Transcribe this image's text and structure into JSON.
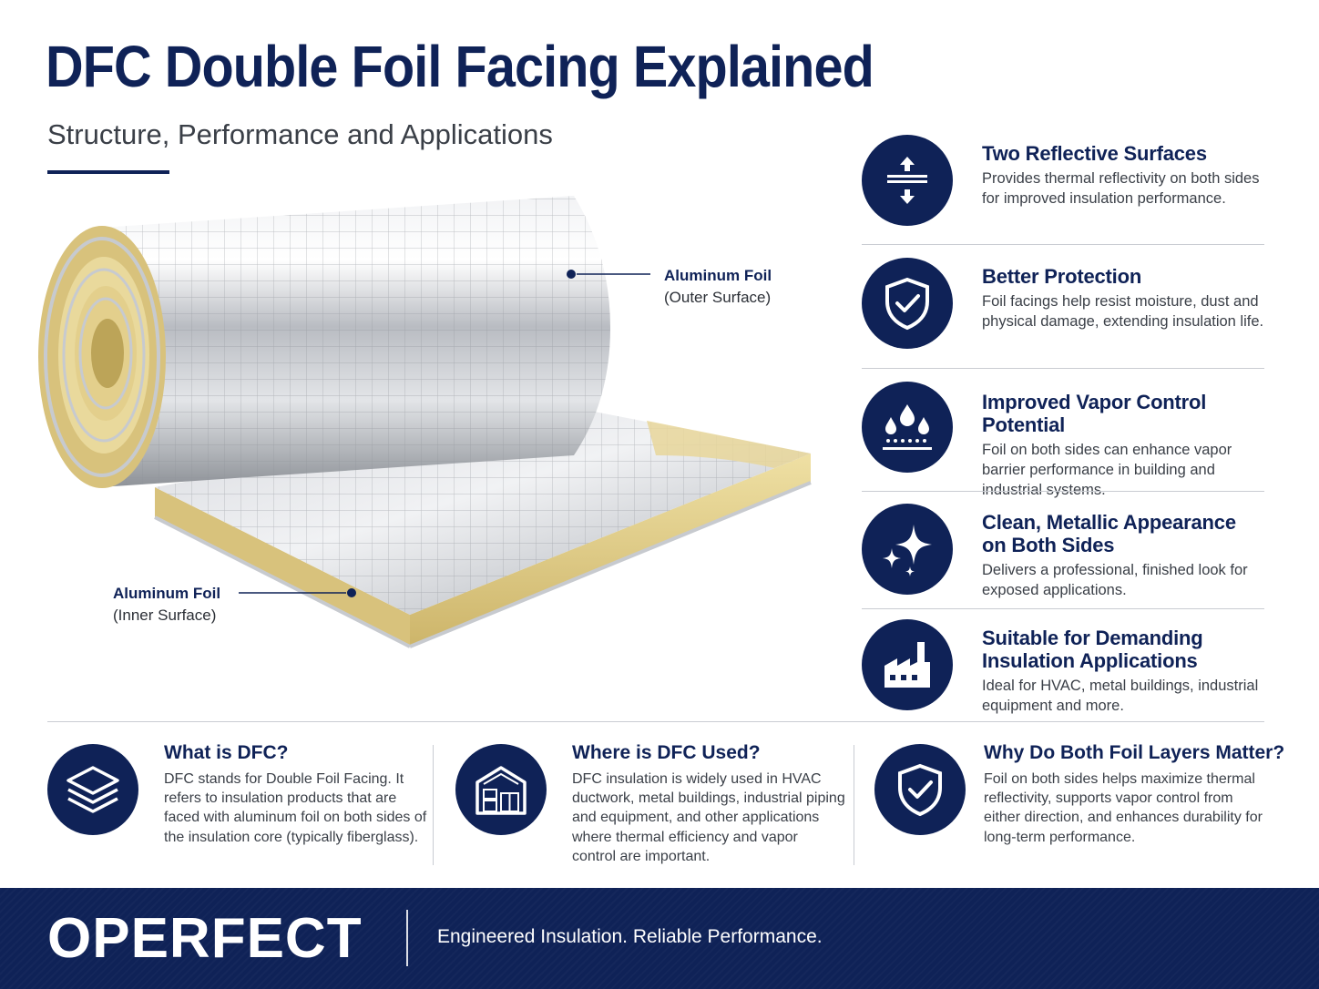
{
  "header": {
    "title": "DFC Double Foil Facing Explained",
    "subtitle": "Structure, Performance and Applications"
  },
  "callouts": {
    "outer": {
      "title": "Aluminum Foil",
      "detail": "(Outer Surface)"
    },
    "inner": {
      "title": "Aluminum Foil",
      "detail": "(Inner Surface)"
    }
  },
  "features": [
    {
      "title": "Two Reflective Surfaces",
      "text": "Provides thermal reflectivity on both sides for improved insulation performance.",
      "icon": "reflective-arrows-icon"
    },
    {
      "title": "Better Protection",
      "text": "Foil facings help resist moisture, dust and physical damage, extending insulation life.",
      "icon": "shield-check-icon"
    },
    {
      "title": "Improved Vapor Control Potential",
      "text": "Foil on both sides can enhance vapor barrier performance in building and industrial systems.",
      "icon": "water-drops-icon"
    },
    {
      "title": "Clean, Metallic Appearance on Both Sides",
      "text": "Delivers a professional, finished look for exposed applications.",
      "icon": "sparkle-icon"
    },
    {
      "title": "Suitable for Demanding Insulation Applications",
      "text": "Ideal for HVAC, metal buildings, industrial equipment and more.",
      "icon": "factory-icon"
    }
  ],
  "info": [
    {
      "title": "What is DFC?",
      "text": "DFC stands for Double Foil Facing. It refers to insulation products that are faced with aluminum foil on both sides of the insulation core (typically fiberglass).",
      "icon": "layers-icon"
    },
    {
      "title": "Where is DFC Used?",
      "text": "DFC insulation is widely used in HVAC ductwork, metal buildings, industrial piping and equipment, and other applications where thermal efficiency and vapor control are important.",
      "icon": "building-icon"
    },
    {
      "title": "Why Do Both Foil Layers Matter?",
      "text": "Foil on both sides helps maximize thermal reflectivity, supports vapor control from either direction, and enhances durability for long-term performance.",
      "icon": "shield-check-icon"
    }
  ],
  "footer": {
    "brand": "OPERFECT",
    "tagline": "Engineered Insulation. Reliable Performance."
  },
  "colors": {
    "navy": "#0f2257",
    "text": "#3a3f47",
    "divider": "#c9ccd2",
    "fiberglass": "#e6d38f",
    "foil": "#c9ccd1"
  }
}
